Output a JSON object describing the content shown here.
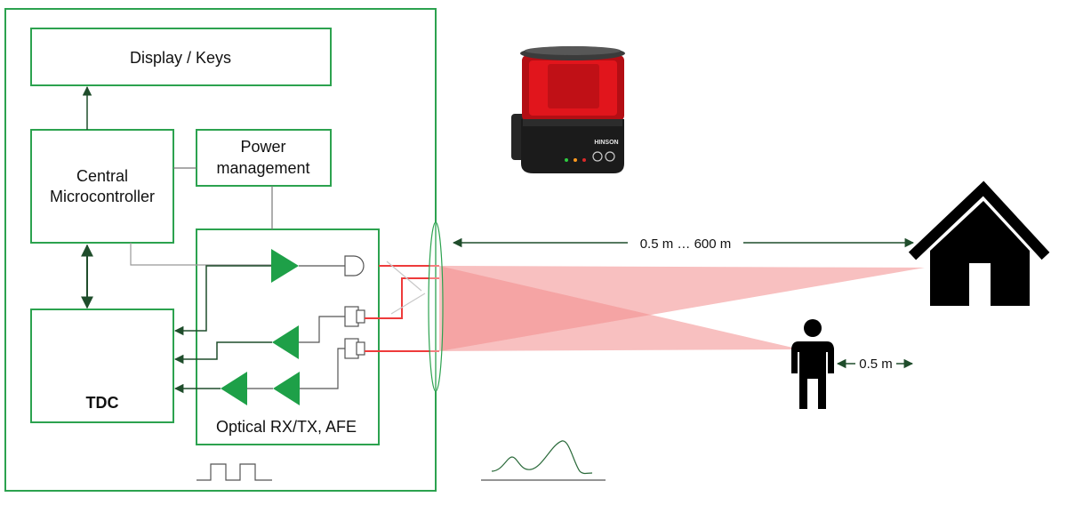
{
  "blocks": {
    "display": "Display / Keys",
    "central_line1": "Central",
    "central_line2": "Microcontroller",
    "power_line1": "Power",
    "power_line2": "management",
    "tdc": "TDC",
    "optical": "Optical RX/TX, AFE"
  },
  "device": {
    "brand": "HINSON"
  },
  "measurements": {
    "range": "0.5 m  …  600 m",
    "min_distance": "0.5 m"
  },
  "colors": {
    "block_border": "#2ca24f",
    "amplifier": "#1ea048",
    "signal_line": "#ee3b3b",
    "arrow": "#1f4d2b",
    "beam": "#f28c8c"
  }
}
